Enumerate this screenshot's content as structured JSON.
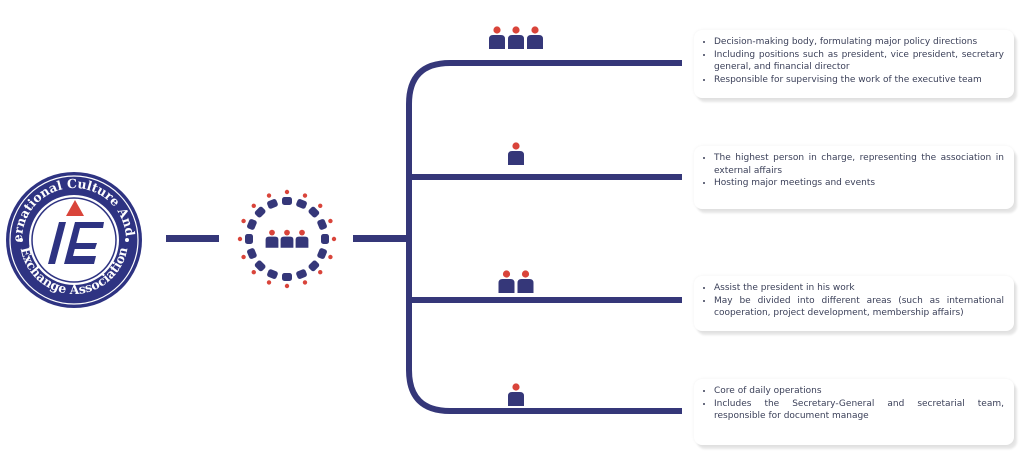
{
  "logo": {
    "top_text": "International Culture And Art",
    "bottom_text": "Exchange Association",
    "colors": {
      "navy": "#2e3382",
      "red": "#d9443a"
    }
  },
  "tiers": [
    {
      "people": 3,
      "bullets": [
        "Decision-making body, formulating major policy directions",
        "Including positions such as president, vice president, secretary general, and financial director",
        "Responsible for supervising the work of the executive team"
      ]
    },
    {
      "people": 1,
      "bullets": [
        "The highest person in charge, representing the association in external affairs",
        "Hosting major meetings and events"
      ]
    },
    {
      "people": 2,
      "bullets": [
        "Assist the president in his work",
        "May be divided into different areas (such as international cooperation, project development, membership affairs)"
      ]
    },
    {
      "people": 1,
      "bullets": [
        "Core of daily operations",
        "Includes the Secretary-General and secretarial team, responsible for document manage"
      ]
    }
  ],
  "colors": {
    "line": "#353779",
    "person_body": "#353779",
    "person_head": "#d9443a"
  }
}
